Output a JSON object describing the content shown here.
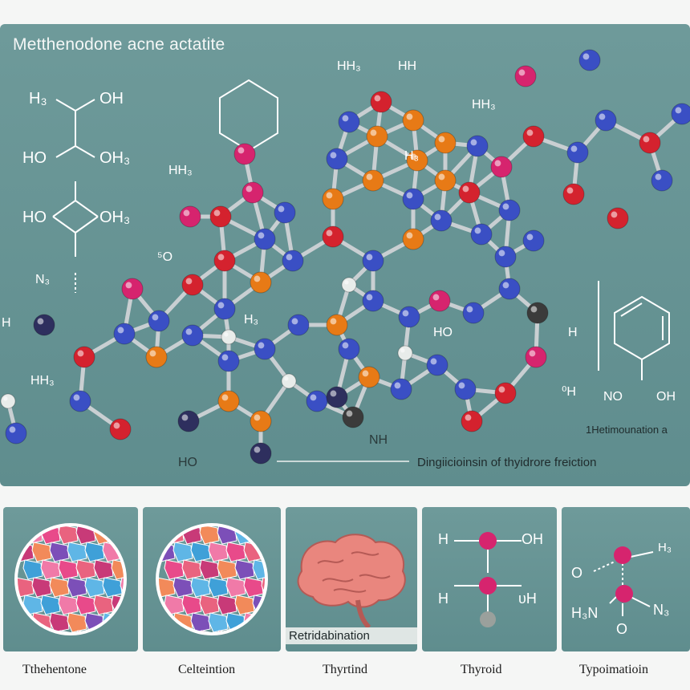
{
  "title": "Metthenodone acne actatite",
  "left_labels": {
    "top_h": "H₃",
    "top_oh": "OH",
    "mid_ho": "HO",
    "mid_oh": "OH₃",
    "low_ho": "HO",
    "low_oh": "OH₃",
    "ns": "N₃"
  },
  "molecule_labels": {
    "hh_a": "HH₃",
    "hh_b": "HH",
    "hh_c": "HH₃",
    "hh_d": "HH₃",
    "h3": "H₃",
    "so": "⁵O",
    "hh_e": "HH₃",
    "h_left": "H",
    "h_small": "H₃",
    "ho_mid": "HO",
    "h_right": "H",
    "oh_small": "⁰H",
    "nh": "NH",
    "ho_bottom": "HO"
  },
  "right_structure": {
    "no": "NO",
    "oh": "OH",
    "caption": "1Hetimounation a"
  },
  "main_caption": "Dingiicioinsin of thyidrore freiction",
  "thumbnails": [
    {
      "caption": "Tthehentone"
    },
    {
      "caption": "Celteintion"
    },
    {
      "caption": "Thyrtind",
      "inner_label": "Retridabination"
    },
    {
      "caption": "Thyroid",
      "labels": {
        "h1": "H",
        "oh1": "OH",
        "h2": "H",
        "oh2": "υH"
      }
    },
    {
      "caption": "Typoimatioin",
      "labels": {
        "o": "O",
        "h": "H₃",
        "n1": "H₃N",
        "n2": "N₃",
        "o2": "O"
      }
    }
  ],
  "colors": {
    "blue_atom": "#3a4fc4",
    "red_atom": "#d4222e",
    "orange_atom": "#e77a16",
    "magenta_atom": "#d6246e",
    "dark_atom": "#2e2f5e",
    "panel": "#668f90"
  }
}
